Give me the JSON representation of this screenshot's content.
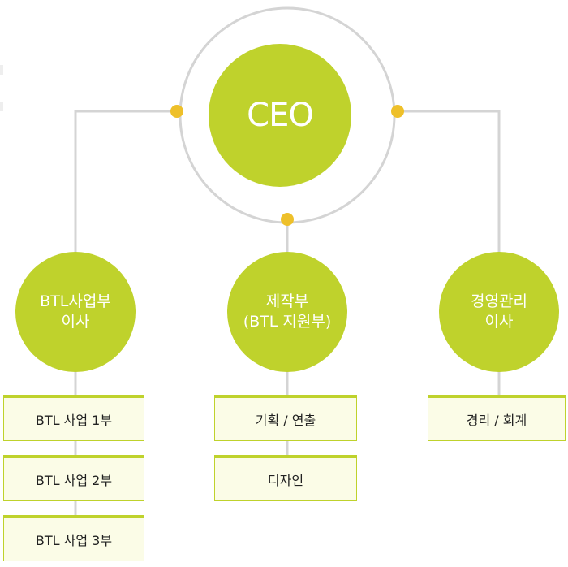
{
  "colors": {
    "node_green": "#bfd22c",
    "connector_dot": "#eec02a",
    "line_gray": "#d4d4d4",
    "box_fill": "#fbfce7"
  },
  "ceo": {
    "label": "CEO"
  },
  "directors": [
    {
      "line1": "BTL사업부",
      "line2": "이사"
    },
    {
      "line1": "제작부",
      "line2": "(BTL 지원부)"
    },
    {
      "line1": "경영관리",
      "line2": "이사"
    }
  ],
  "departments": {
    "btl": [
      "BTL 사업 1부",
      "BTL 사업 2부",
      "BTL 사업 3부"
    ],
    "production": [
      "기획 / 연출",
      "디자인"
    ],
    "management": [
      "경리 / 회계"
    ]
  }
}
